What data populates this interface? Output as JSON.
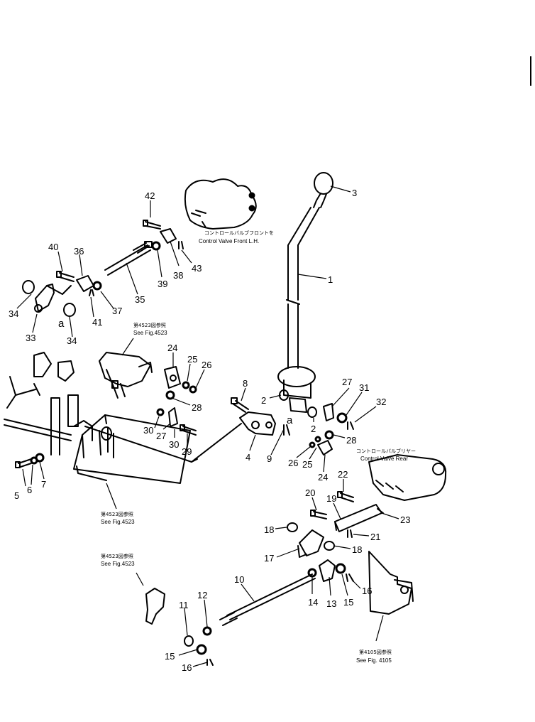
{
  "refs": {
    "valve_front_jp": "コントロールバルブフロントを",
    "valve_front_en": "Control Valve Front L.H.",
    "valve_rear_jp": "コントロールバルブリヤー",
    "valve_rear_en": "Control Valve Rear",
    "fig4523_jp": "第4523図参照",
    "fig4523_en": "See Fig.4523",
    "fig4105_jp": "第4105図参照",
    "fig4105_en": "See Fig. 4105"
  },
  "tags": {
    "a": "a"
  },
  "labels": {
    "n1": "1",
    "n2a": "2",
    "n2b": "2",
    "n3": "3",
    "n4": "4",
    "n5": "5",
    "n6": "6",
    "n7": "7",
    "n8": "8",
    "n9": "9",
    "n10": "10",
    "n11": "11",
    "n12": "12",
    "n13": "13",
    "n14": "14",
    "n15a": "15",
    "n15b": "15",
    "n16a": "16",
    "n16b": "16",
    "n17": "17",
    "n18a": "18",
    "n18b": "18",
    "n19": "19",
    "n20": "20",
    "n21": "21",
    "n22": "22",
    "n23": "23",
    "n24a": "24",
    "n24b": "24",
    "n25a": "25",
    "n25b": "25",
    "n26a": "26",
    "n26b": "26",
    "n27a": "27",
    "n27b": "27",
    "n28a": "28",
    "n28b": "28",
    "n29": "29",
    "n30a": "30",
    "n30b": "30",
    "n31": "31",
    "n32": "32",
    "n33": "33",
    "n34a": "34",
    "n34b": "34",
    "n35": "35",
    "n36": "36",
    "n37": "37",
    "n38": "38",
    "n39": "39",
    "n40": "40",
    "n41": "41",
    "n42": "42",
    "n43": "43"
  }
}
